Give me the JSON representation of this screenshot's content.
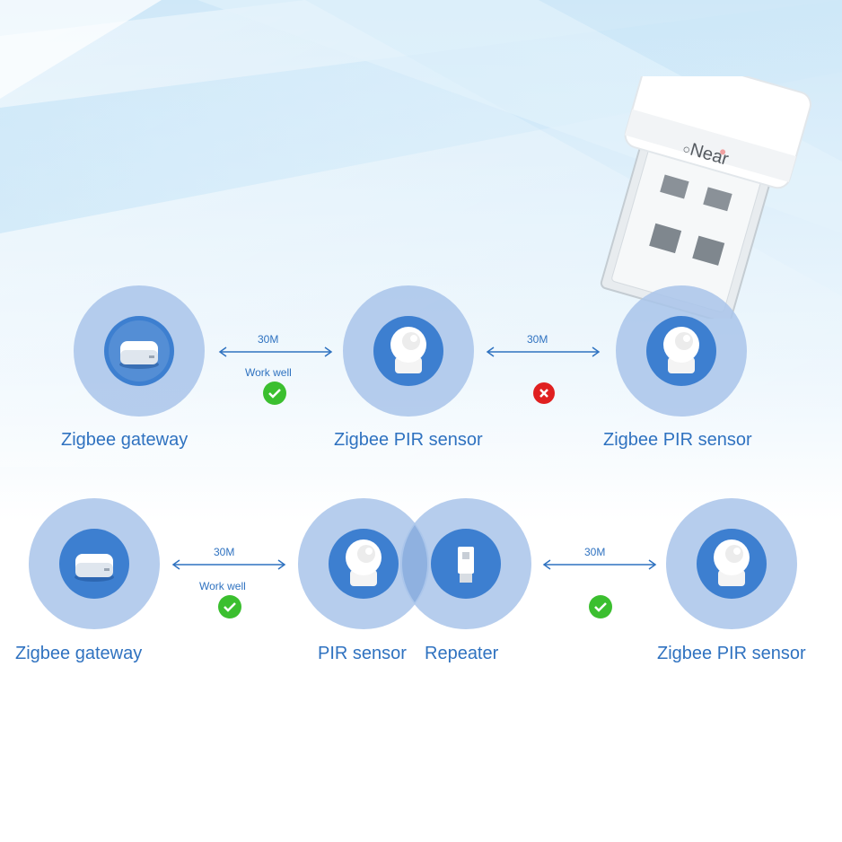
{
  "dongle": {
    "brand": "Near"
  },
  "row1": {
    "nodes": [
      {
        "label": "Zigbee gateway",
        "icon": "gateway-icon"
      },
      {
        "label": "Zigbee PIR sensor",
        "icon": "pir-sensor-icon"
      },
      {
        "label": "Zigbee PIR sensor",
        "icon": "pir-sensor-icon"
      }
    ],
    "links": [
      {
        "distance": "30M",
        "note": "Work well",
        "status": "ok"
      },
      {
        "distance": "30M",
        "note": "",
        "status": "fail"
      }
    ]
  },
  "row2": {
    "nodes": [
      {
        "label": "Zigbee gateway",
        "icon": "gateway-icon"
      },
      {
        "label": "PIR sensor",
        "icon": "pir-sensor-icon"
      },
      {
        "label": "Repeater",
        "icon": "repeater-icon"
      },
      {
        "label": "Zigbee PIR sensor",
        "icon": "pir-sensor-icon"
      }
    ],
    "links": [
      {
        "distance": "30M",
        "note": "Work well",
        "status": "ok"
      },
      {
        "distance": "30M",
        "note": "",
        "status": "ok"
      }
    ]
  },
  "colors": {
    "label": "#2f72c0",
    "circle_outer": "#a9c4ea",
    "circle_inner": "#3d7fd0",
    "ok": "#3bbf2f",
    "fail": "#e02020"
  }
}
